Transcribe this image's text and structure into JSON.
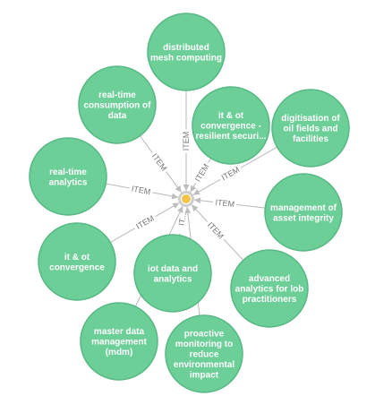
{
  "graph": {
    "edge_label": "ITEM",
    "edge_label_truncated": "IT...",
    "colors": {
      "node_fill": "#6ccf97",
      "node_stroke": "#56b884",
      "edge": "#b9b9b9",
      "hub": "#f6c34a"
    },
    "nodes": [
      {
        "id": "distributed-mesh-computing",
        "lines": [
          "distributed",
          "mesh computing"
        ]
      },
      {
        "id": "real-time-consumption-of-data",
        "lines": [
          "real-time",
          "consumption of",
          "data"
        ]
      },
      {
        "id": "it-ot-convergence-resilient-security",
        "lines": [
          "it & ot",
          "convergence -",
          "resilient securi..."
        ]
      },
      {
        "id": "digitisation-of-oil-fields",
        "lines": [
          "digitisation of",
          "oil fields and",
          "facilities"
        ]
      },
      {
        "id": "real-time-analytics",
        "lines": [
          "real-time",
          "analytics"
        ]
      },
      {
        "id": "management-of-asset-integrity",
        "lines": [
          "management of",
          "asset integrity"
        ]
      },
      {
        "id": "it-ot-convergence",
        "lines": [
          "it & ot",
          "convergence"
        ]
      },
      {
        "id": "iot-data-and-analytics",
        "lines": [
          "iot data and",
          "analytics"
        ]
      },
      {
        "id": "advanced-analytics-lob",
        "lines": [
          "advanced",
          "analytics for lob",
          "practitioners"
        ]
      },
      {
        "id": "master-data-management",
        "lines": [
          "master data",
          "management",
          "(mdm)"
        ]
      },
      {
        "id": "proactive-monitoring",
        "lines": [
          "proactive",
          "monitoring to",
          "reduce",
          "environmental",
          "impact"
        ]
      }
    ]
  }
}
